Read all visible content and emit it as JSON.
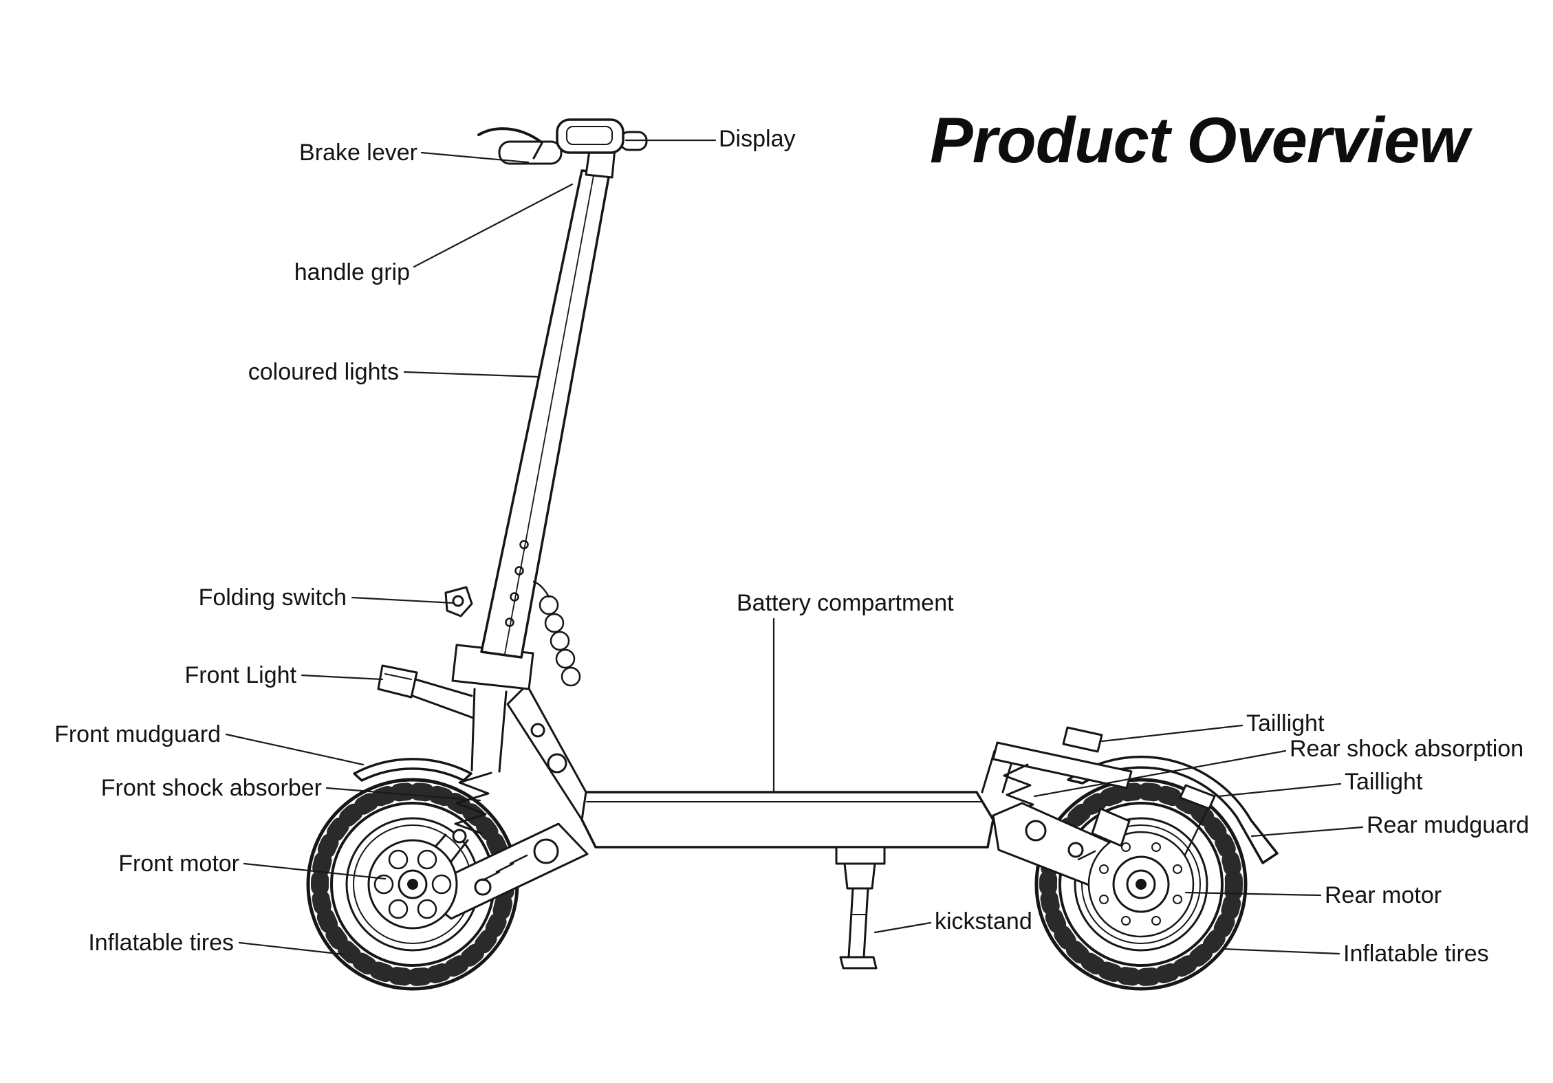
{
  "title": "Product Overview",
  "colors": {
    "ink": "#161616",
    "background": "#ffffff"
  },
  "labels": {
    "brake_lever": "Brake lever",
    "display": "Display",
    "handle_grip": "handle grip",
    "coloured_lights": "coloured lights",
    "folding_switch": "Folding switch",
    "front_light": "Front Light",
    "front_mudguard": "Front mudguard",
    "front_shock_absorber": "Front shock absorber",
    "front_motor": "Front motor",
    "inflatable_tires_front": "Inflatable tires",
    "battery_compartment": "Battery compartment",
    "kickstand": "kickstand",
    "taillight_top": "Taillight",
    "rear_shock_absorption": "Rear shock absorption",
    "taillight_bottom": "Taillight",
    "rear_mudguard": "Rear mudguard",
    "rear_motor": "Rear motor",
    "inflatable_tires_rear": "Inflatable tires"
  }
}
